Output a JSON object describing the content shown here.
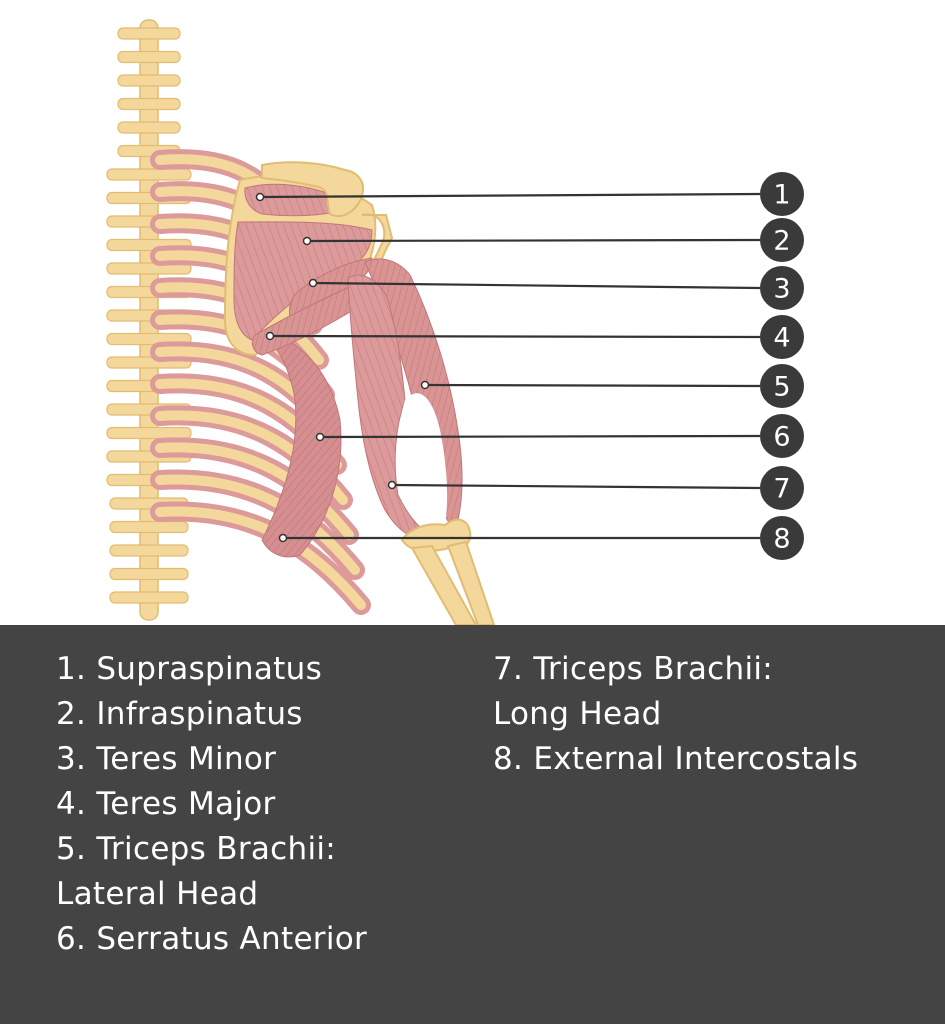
{
  "colors": {
    "bone": "#f4d79a",
    "bone_edge": "#e1bc72",
    "muscle": "#dc9a9a",
    "muscle_line": "#c77c7e",
    "leader": "#333333",
    "badge": "#3a3a3a",
    "legend_bg": "#444444",
    "legend_text": "#ffffff"
  },
  "markers": [
    {
      "id": "1",
      "label": "1"
    },
    {
      "id": "2",
      "label": "2"
    },
    {
      "id": "3",
      "label": "3"
    },
    {
      "id": "4",
      "label": "4"
    },
    {
      "id": "5",
      "label": "5"
    },
    {
      "id": "6",
      "label": "6"
    },
    {
      "id": "7",
      "label": "7"
    },
    {
      "id": "8",
      "label": "8"
    }
  ],
  "legend": {
    "left": [
      "1. Supraspinatus",
      "2. Infraspinatus",
      "3. Teres Minor",
      "4. Teres Major",
      "5. Triceps Brachii:",
      "Lateral Head",
      "6. Serratus Anterior"
    ],
    "right": [
      "7. Triceps Brachii:",
      "Long Head",
      "8. External Intercostals"
    ]
  }
}
